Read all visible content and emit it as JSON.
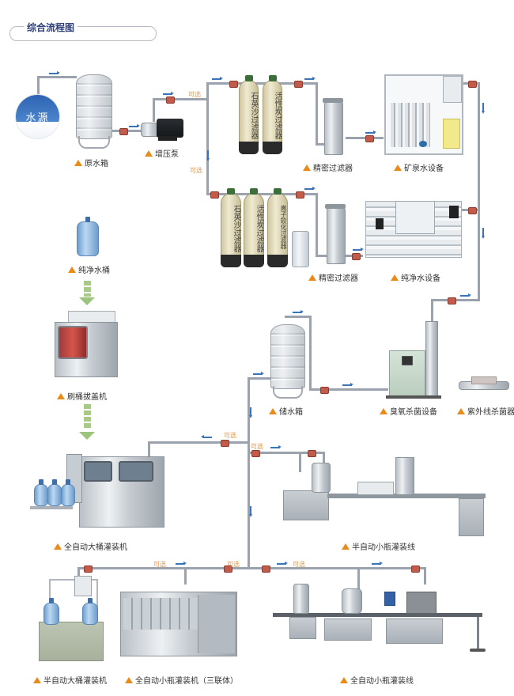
{
  "header": {
    "title": "综合流程图"
  },
  "source": {
    "label": "水源"
  },
  "optional_tag": "可选",
  "equipment": [
    {
      "id": "raw-water-tank",
      "label": "原水箱"
    },
    {
      "id": "booster-pump",
      "label": "增压泵"
    },
    {
      "id": "quartz-sand-filter",
      "label": "石英沙过滤器"
    },
    {
      "id": "activated-carbon-filter",
      "label": "活性炭过滤器"
    },
    {
      "id": "precision-filter-top",
      "label": "精密过滤器"
    },
    {
      "id": "mineral-water-equipment",
      "label": "矿泉水设备"
    },
    {
      "id": "ion-softening-filter",
      "label": "离子软化过滤器"
    },
    {
      "id": "precision-filter-bottom",
      "label": "精密过滤器"
    },
    {
      "id": "pure-water-equipment",
      "label": "纯净水设备"
    },
    {
      "id": "purified-bucket",
      "label": "纯净水桶"
    },
    {
      "id": "bucket-washer-decapper",
      "label": "刷桶拔盖机"
    },
    {
      "id": "storage-tank",
      "label": "储水箱"
    },
    {
      "id": "ozone-sterilizer",
      "label": "臭氧杀菌设备"
    },
    {
      "id": "uv-sterilizer",
      "label": "紫外线杀菌器"
    },
    {
      "id": "auto-barrel-filler",
      "label": "全自动大桶灌装机"
    },
    {
      "id": "semi-auto-bottle-line",
      "label": "半自动小瓶灌装线"
    },
    {
      "id": "semi-auto-barrel-filler",
      "label": "半自动大桶灌装机"
    },
    {
      "id": "auto-bottle-filler-3in1",
      "label": "全自动小瓶灌装机（三联体）"
    },
    {
      "id": "auto-bottle-line",
      "label": "全自动小瓶灌装线"
    }
  ],
  "filter_texts": {
    "quartz_top": "石英沙过滤器",
    "carbon_top": "活性炭过滤器",
    "quartz_bottom": "石英沙过滤器",
    "carbon_bottom": "活性炭过滤器",
    "ion_bottom": "离子软化过滤器"
  },
  "colors": {
    "pipe": "#9aa3ad",
    "flow_arrow": "#3b73b8",
    "valve": "#c25b4a",
    "optional_tag": "#e0964b",
    "label_triangle": "#e88b1a",
    "title": "#2f3f7a"
  }
}
